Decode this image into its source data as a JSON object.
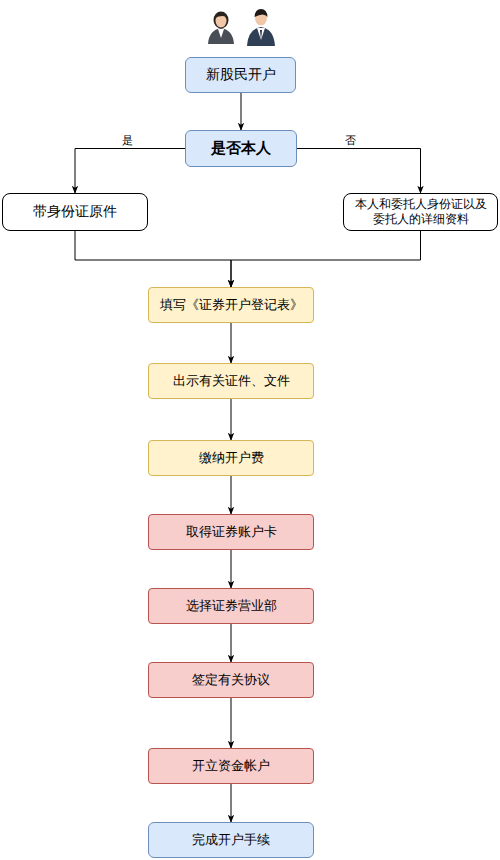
{
  "diagram": {
    "nodes": [
      {
        "text": [
          "新股民开户"
        ]
      },
      {
        "text": [
          "是否本人"
        ]
      },
      {
        "text": [
          "带身份证原件"
        ]
      },
      {
        "text": [
          "本人和委托人身份证以及委托人的详细资料"
        ]
      },
      {
        "text": [
          "填写《证券开户登记表》"
        ]
      },
      {
        "text": [
          "出示有关证件、文件"
        ]
      },
      {
        "text": [
          "缴纳开户费"
        ]
      },
      {
        "text": [
          "取得证券账户卡"
        ]
      },
      {
        "text": [
          "选择证券营业部"
        ]
      },
      {
        "text": [
          "签定有关协议"
        ]
      },
      {
        "text": [
          "开立资金帐户"
        ]
      },
      {
        "text": [
          "完成开户手续"
        ]
      }
    ],
    "edges": [
      {
        "from": 0,
        "to": 1,
        "arrow": "to"
      },
      {
        "from": 1,
        "to": 2,
        "label": "是",
        "arrow": "to"
      },
      {
        "from": 1,
        "to": 3,
        "label": "否",
        "arrow": "to"
      },
      {
        "from": 2,
        "to": 4,
        "arrow": "to"
      },
      {
        "from": 3,
        "to": 4,
        "arrow": "to"
      },
      {
        "from": 4,
        "to": 5,
        "arrow": "to"
      },
      {
        "from": 5,
        "to": 6,
        "arrow": "to"
      },
      {
        "from": 6,
        "to": 7,
        "arrow": "to"
      },
      {
        "from": 7,
        "to": 8,
        "arrow": "to"
      },
      {
        "from": 8,
        "to": 9,
        "arrow": "to"
      },
      {
        "from": 9,
        "to": 10,
        "arrow": "to"
      },
      {
        "from": 10,
        "to": 11,
        "arrow": "to"
      }
    ]
  }
}
